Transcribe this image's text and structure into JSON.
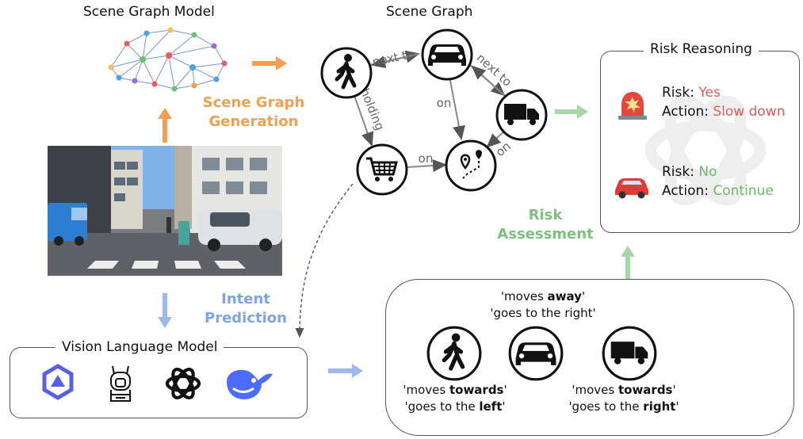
{
  "titles": {
    "scene_graph_model": "Scene Graph Model",
    "scene_graph": "Scene Graph",
    "vlm": "Vision Language Model",
    "risk_reasoning": "Risk Reasoning"
  },
  "stages": {
    "sgg_line1": "Scene Graph",
    "sgg_line2": "Generation",
    "intent_line1": "Intent",
    "intent_line2": "Prediction",
    "risk_line1": "Risk",
    "risk_line2": "Assessment"
  },
  "graph_edges": {
    "next_to_1": "next to",
    "next_to_2": "next to",
    "holding": "holding",
    "on_1": "on",
    "on_2": "on",
    "on_3": "on"
  },
  "risk": {
    "risk_label": "Risk:",
    "action_label": "Action:",
    "yes": "Yes",
    "slow_down": "Slow down",
    "no": "No",
    "continue": "Continue"
  },
  "intent": {
    "top_1a": "'moves ",
    "top_1b": "away",
    "top_1c": "'",
    "top_2": "'goes to the right'",
    "left_1a": "'moves ",
    "left_1b": "towards",
    "left_1c": "'",
    "left_2a": "'goes to the ",
    "left_2b": "left",
    "left_2c": "'",
    "right_1a": "'moves ",
    "right_1b": "towards",
    "right_1c": "'",
    "right_2a": "'goes to the ",
    "right_2b": "right",
    "right_2c": "'"
  },
  "colors": {
    "orange": "#f0a050",
    "blue": "#7fa4e6",
    "green": "#7fbf7f",
    "red": "#e05a5a"
  },
  "icons": [
    "brain-network-icon",
    "pedestrian-icon",
    "car-icon",
    "truck-icon",
    "shopping-cart-icon",
    "location-route-icon",
    "siren-icon",
    "red-car-icon",
    "gemini-icon",
    "llama-icon",
    "openai-icon",
    "deepseek-icon"
  ]
}
